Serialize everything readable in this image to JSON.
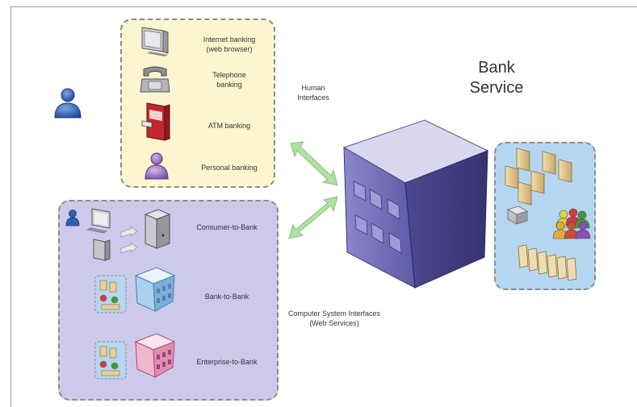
{
  "title": {
    "line1": "Bank",
    "line2": "Service"
  },
  "human_interfaces": {
    "group_label_line1": "Human",
    "group_label_line2": "Interfaces",
    "channels": [
      {
        "line1": "Internet banking",
        "line2": "(web browser)",
        "icon": "monitor-icon"
      },
      {
        "line1": "Telephone",
        "line2": "banking",
        "icon": "telephone-icon"
      },
      {
        "line1": "ATM banking",
        "line2": "",
        "icon": "atm-icon"
      },
      {
        "line1": "Personal banking",
        "line2": "",
        "icon": "person-icon"
      }
    ]
  },
  "system_interfaces": {
    "group_label_line1": "Computer System Interfaces",
    "group_label_line2": "(Web Services)",
    "channels": [
      {
        "label": "Consumer-to-Bank",
        "icon": "computer-icon"
      },
      {
        "label": "Bank-to-Bank",
        "icon": "bank-building-icon"
      },
      {
        "label": "Enterprise-to-Bank",
        "icon": "enterprise-building-icon"
      }
    ]
  },
  "colors": {
    "human_panel": "#fbf6cf",
    "system_panel": "#cdc9ea",
    "resources_panel": "#b5d6f1",
    "arrow": "#aee2a3",
    "building": "#6f6ab3",
    "user": "#2f5fa8"
  }
}
